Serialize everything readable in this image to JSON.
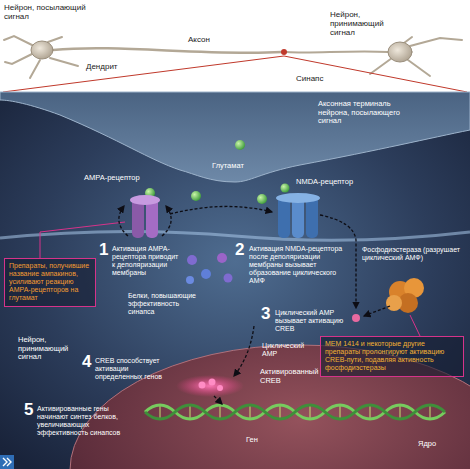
{
  "diagram": {
    "nodes": [
      {
        "text": [
          "Препараты, получившие название ампакинов, усиливают реакцию AMPA-рецепторов на глутамат"
        ]
      },
      {
        "text": [
          "MEM 1414 и некоторые другие препараты пролонгируют активацию CREB-пути, подавляя активность фосфодиэстеразы"
        ]
      }
    ],
    "labels": [
      "Нейрон, посылающий сигнал",
      "Аксон",
      "Нейрон, принимающий сигнал",
      "Дендрит",
      "Синапс",
      "Аксонная терминаль нейрона, посылающего сигнал",
      "Глутамат",
      "AMPA-рецептор",
      "NMDA-рецептор",
      "1",
      "Активация AMPA-рецептора приводит к деполяризации мембраны",
      "2",
      "Активация NMDA-рецептора после деполяризации мембраны вызывает образование циклического АМФ",
      "Фосфодиэстераза (разрушает циклический АМФ)",
      "Белки, повышающие эффективность синапса",
      "3",
      "Циклический AMP вызывает активацию CREB",
      "Циклический AMP",
      "Нейрон, принимающий сигнал",
      "4",
      "CREB способствует активации определенных генов",
      "Активированный CREB",
      "5",
      "Активированные гены начинают синтез белков, увеличивающих эффективность синапсов",
      "Ген",
      "Ядро"
    ]
  }
}
